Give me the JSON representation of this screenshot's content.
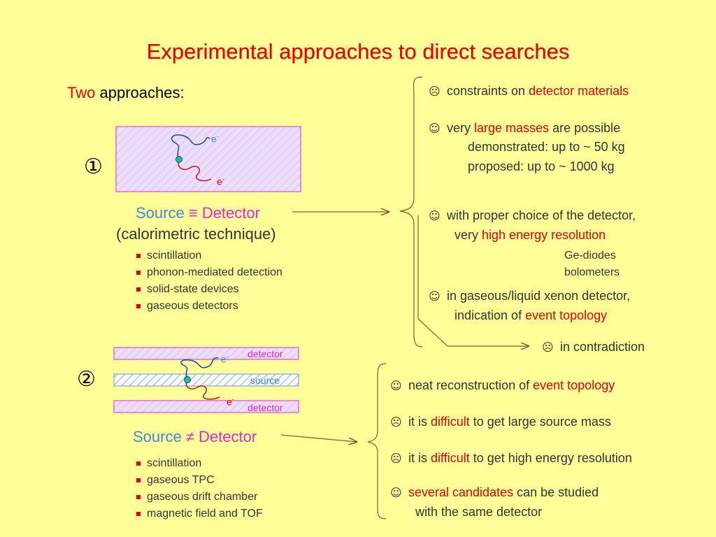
{
  "title": "Experimental approaches to direct searches",
  "two_approaches": {
    "red": "Two",
    "rest": "approaches:"
  },
  "approach1": {
    "number": "①",
    "e_top": "e",
    "e_top_sup": "-",
    "e_bottom": "e",
    "e_bottom_sup": "-",
    "heading_source": "Source",
    "heading_symbol": "≡",
    "heading_detector": "Detector",
    "subheading": "(calorimetric technique)",
    "items": [
      "scintillation",
      "phonon-mediated detection",
      "solid-state devices",
      "gaseous detectors"
    ]
  },
  "approach2": {
    "number": "②",
    "layer_top": "detector",
    "layer_mid": "source",
    "layer_bottom": "detector",
    "e_top": "e",
    "e_top_sup": "-",
    "e_bottom": "e",
    "e_bottom_sup": "-",
    "heading_source": "Source",
    "heading_symbol": "≠",
    "heading_detector": "Detector",
    "items": [
      "scintillation",
      "gaseous TPC",
      "gaseous drift chamber",
      "magnetic field and TOF"
    ]
  },
  "points1": {
    "p1": {
      "symbol": "☹",
      "a": "constraints on",
      "red": "detector materials"
    },
    "p2": {
      "symbol": "☺",
      "a": "very",
      "red": "large masses",
      "b": "are possible",
      "line2": "demonstrated: up to ~ 50 kg",
      "line3": "proposed: up to ~ 1000 kg"
    },
    "p3": {
      "symbol": "☺",
      "line1": "with proper choice of the detector,",
      "a": "very",
      "red": "high energy resolution",
      "sub1": "Ge-diodes",
      "sub2": "bolometers"
    },
    "p4": {
      "symbol": "☺",
      "line1": "in gaseous/liquid xenon detector,",
      "a": "indication of",
      "red": "event topology"
    },
    "p5": {
      "symbol": "☹",
      "a": "in contradiction"
    }
  },
  "points2": {
    "q1": {
      "symbol": "☺",
      "a": "neat reconstruction of",
      "red": "event topology"
    },
    "q2": {
      "symbol": "☹",
      "a": "it is",
      "red": "difficult",
      "b": "to get large source mass"
    },
    "q3": {
      "symbol": "☹",
      "a": "it is",
      "red": "difficult",
      "b": "to get high energy resolution"
    },
    "q4": {
      "symbol": "☺",
      "red": "several candidates",
      "b": "can be studied",
      "line2": "with the same detector"
    }
  }
}
